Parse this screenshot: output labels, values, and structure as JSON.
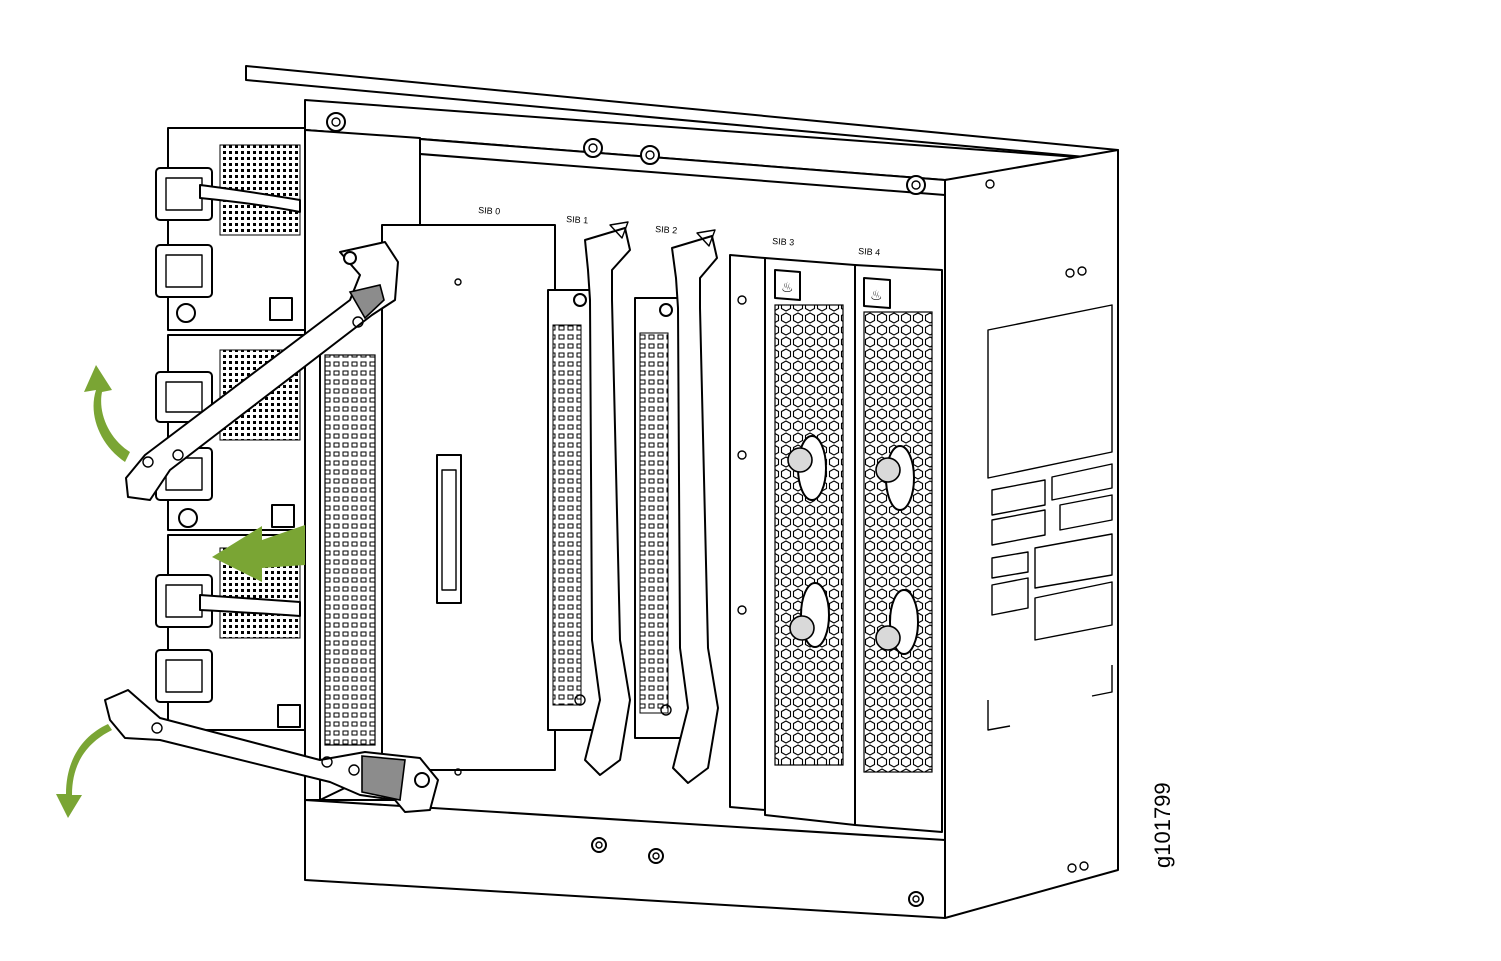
{
  "figure": {
    "id_label": "g101799"
  },
  "slots": [
    {
      "label": "SIB 0"
    },
    {
      "label": "SIB 1"
    },
    {
      "label": "SIB 2"
    },
    {
      "label": "SIB 3"
    },
    {
      "label": "SIB 4"
    }
  ],
  "colors": {
    "arrow": "#7aa534",
    "line": "#000000",
    "fill": "#ffffff",
    "shade": "#d9d9d9"
  }
}
